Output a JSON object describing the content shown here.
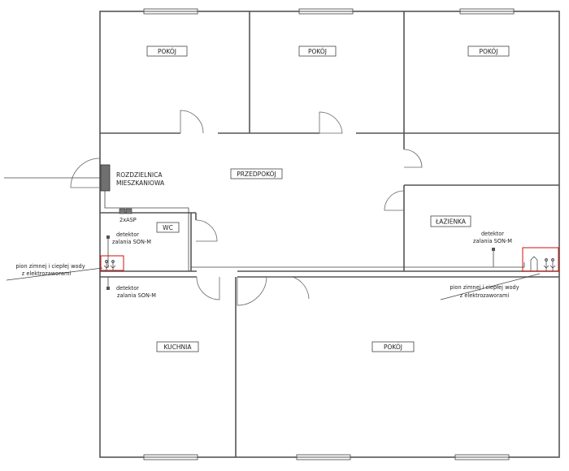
{
  "rooms": {
    "room_top_left": "POKÓJ",
    "room_top_mid": "POKÓJ",
    "room_top_right": "POKÓJ",
    "hallway": "PRZEDPOKÓJ",
    "bathroom": "ŁAZIENKA",
    "wc": "WC",
    "kitchen": "KUCHNIA",
    "room_bottom": "POKÓJ"
  },
  "labels": {
    "distribution_line1": "ROZDZIELNICA",
    "distribution_line2": "MIESZKANIOWA",
    "asp": "2xASP",
    "detector_wc_line1": "detektor",
    "detector_wc_line2": "zalania SON-M",
    "detector_kitchen_line1": "detektor",
    "detector_kitchen_line2": "zalania SON-M",
    "detector_bath_line1": "detektor",
    "detector_bath_line2": "zalania SON-M",
    "riser_left_line1": "pion zimnej i ciepłej wody",
    "riser_left_line2": "z elektrozaworami",
    "riser_right_line1": "pion zimnej i ciepłej wody",
    "riser_right_line2": "z elektrozaworami"
  },
  "colors": {
    "wall": "#555555",
    "riser_box": "#d01010",
    "panel": "#707070"
  }
}
